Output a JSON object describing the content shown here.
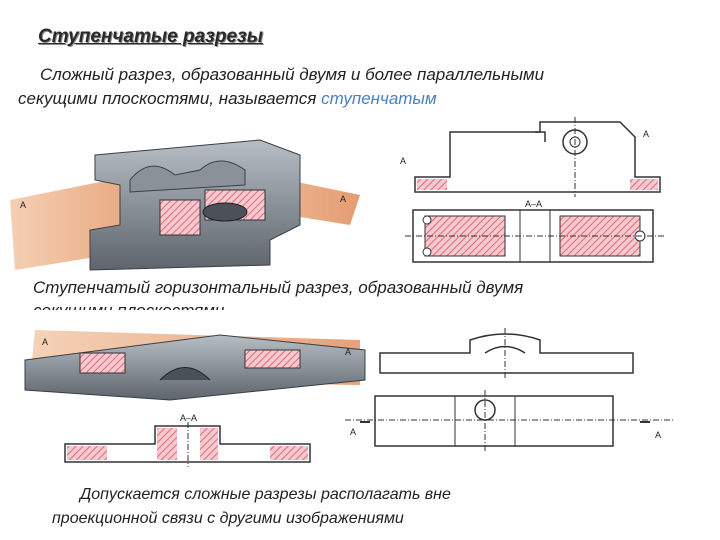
{
  "title": "Ступенчатые разрезы",
  "paragraph1": {
    "line1": "Сложный разрез, образованный двумя и более параллельными",
    "line2_prefix": "секущими плоскостями, называется ",
    "line2_highlight": "ступенчатым"
  },
  "paragraph2": {
    "line1": "Ступенчатый горизонтальный разрез, образованный двумя",
    "line2": "секущими плоскостями"
  },
  "paragraph3": {
    "line1": "Допускается сложные разрезы располагать вне",
    "line2": "проекционной связи с другими изображениями"
  },
  "labels": {
    "a": "А",
    "section_aa": "А–А"
  },
  "colors": {
    "hatch": "#e06a7a",
    "plane": "#e8a070",
    "metal": "#707780",
    "metal_light": "#a9b0b8",
    "line": "#333333"
  }
}
